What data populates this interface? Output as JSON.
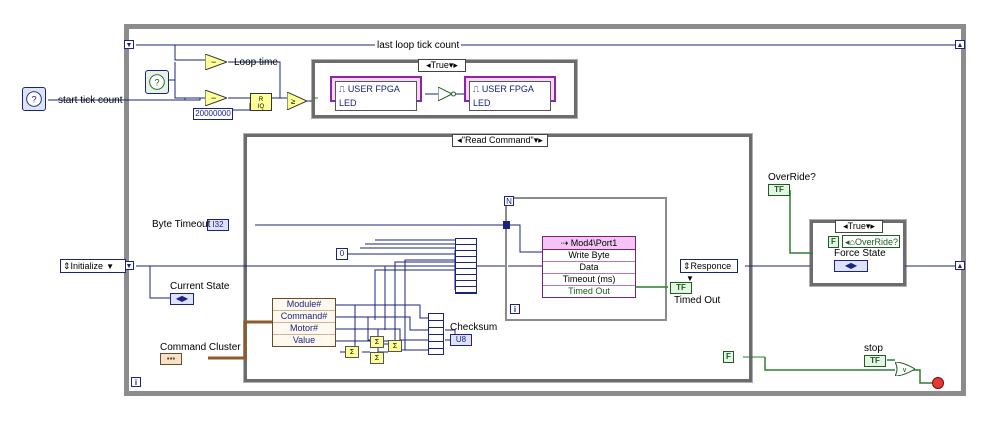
{
  "labels": {
    "start_tick_count": "start tick count",
    "loop_time": "Loop time",
    "last_loop_tick_count": "last loop tick count",
    "byte_timeout": "Byte Timeout",
    "current_state": "Current State",
    "command_cluster": "Command Cluster",
    "checksum": "Checksum",
    "timed_out": "Timed Out",
    "override": "OverRide?",
    "force_state": "Force State",
    "stop": "stop"
  },
  "constants": {
    "period": "20000000",
    "zero": "0",
    "bool_false_1": "F",
    "bool_false_2": "F"
  },
  "case_selectors": {
    "led_case": "True",
    "main_case": "\"Read Command\"",
    "override_case": "True"
  },
  "enums": {
    "initialize": "Initialize",
    "responce": "Responce"
  },
  "fpga_led": {
    "read_label": "USER FPGA LED",
    "write_label": "USER FPGA LED"
  },
  "property_node": {
    "title": "Mod4\\Port1",
    "rows": [
      "Write Byte",
      "Data",
      "Timeout (ms)",
      "Timed Out"
    ]
  },
  "unbundle": {
    "rows": [
      "Module#",
      "Command#",
      "Motor#",
      "Value"
    ]
  },
  "terminals": {
    "i32": "I32",
    "u8": "U8",
    "tf_timed_out": "TF",
    "tf_override": "TF",
    "tf_stop": "TF",
    "cluster": "▪▪▪",
    "enum_ind": "◀▶",
    "override_prop": "OverRide?",
    "n": "N",
    "loop_i": "i",
    "inner_i": "i",
    "or": "or"
  },
  "colors": {
    "wire_blue": "#1a237e",
    "wire_green": "#2e7d32",
    "wire_brown": "#8d5a2b",
    "fpga_pink": "#f6d5f6"
  }
}
